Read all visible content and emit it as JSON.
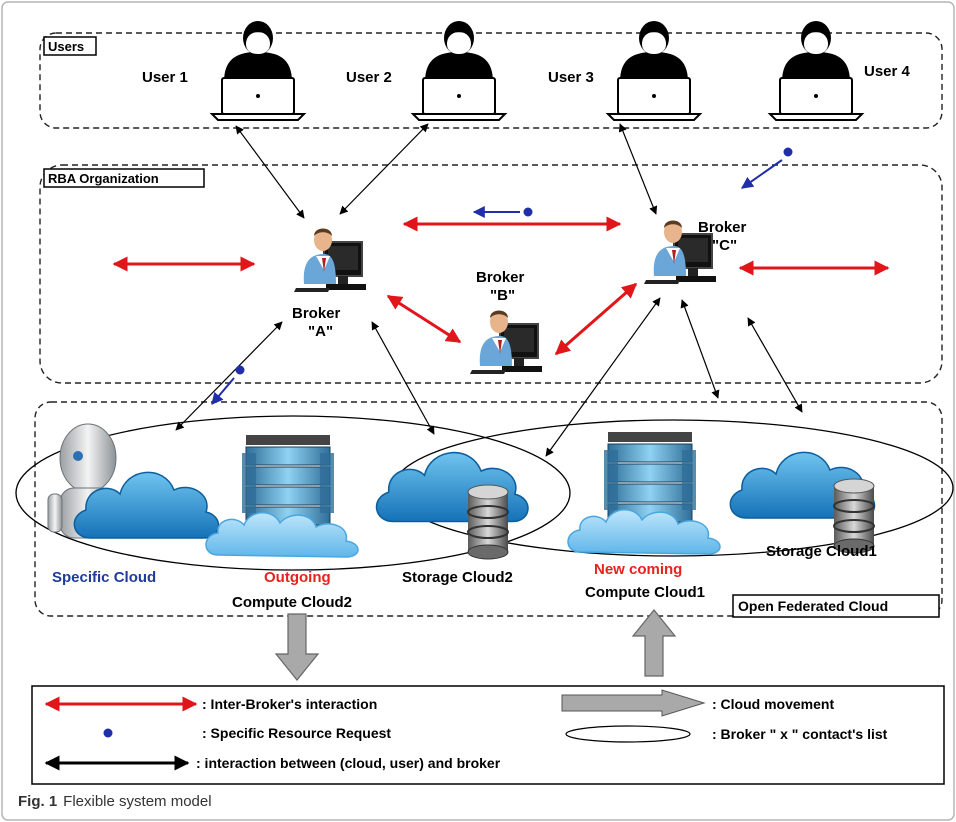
{
  "groups": {
    "users": "Users",
    "rba": "RBA Organization",
    "federated": "Open Federated Cloud"
  },
  "users": {
    "u1": "User 1",
    "u2": "User 2",
    "u3": "User 3",
    "u4": "User 4"
  },
  "brokers": {
    "a_line1": "Broker",
    "a_line2": "\"A\"",
    "b_line1": "Broker",
    "b_line2": "\"B\"",
    "c_line1": "Broker",
    "c_line2": "\"C\""
  },
  "clouds": {
    "specific": "Specific Cloud",
    "outgoing": "Outgoing",
    "compute2": "Compute Cloud2",
    "storage2": "Storage Cloud2",
    "new_coming": "New  coming",
    "compute1": "Compute Cloud1",
    "storage1": "Storage Cloud1"
  },
  "legend": {
    "inter_broker": ": Inter-Broker's interaction",
    "cloud_movement": ": Cloud movement",
    "specific_request": ": Specific Resource  Request",
    "contact_list": ": Broker \" x \" contact's list",
    "interaction": ": interaction between (cloud, user) and broker"
  },
  "caption": {
    "label": "Fig. 1",
    "text": "Flexible system model"
  },
  "colors": {
    "red": "#e0161b",
    "blue": "#1f2fa8",
    "blue_label": "#1f3b9c",
    "red_label": "#e8221c",
    "arrow_gray": "#a9a9a9"
  }
}
